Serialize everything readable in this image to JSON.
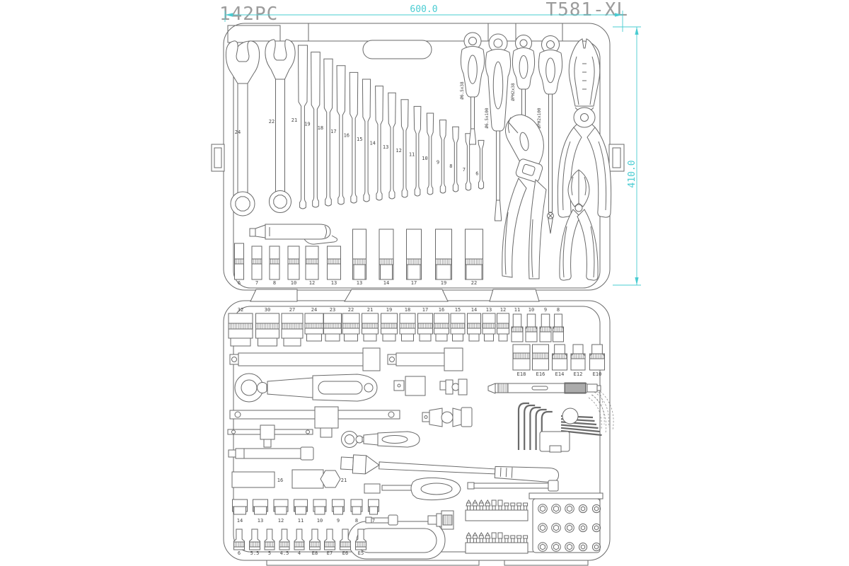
{
  "titles": {
    "piece_count": "142PC",
    "model": "T581-XL"
  },
  "dimensions": {
    "width": "600.0",
    "height": "410.0"
  },
  "colors": {
    "line": "#6a6a6a",
    "label": "#454545",
    "dimension": "#4accd2",
    "title": "#9c9c9c"
  },
  "top_case": {
    "large_wrenches": [
      "24",
      "22"
    ],
    "small_wrenches": [
      "21",
      "19",
      "18",
      "17",
      "16",
      "15",
      "14",
      "13",
      "12",
      "11",
      "10",
      "9",
      "8",
      "7",
      "6"
    ],
    "screwdrivers": [
      {
        "type": "slotted-stubby-screwdriver",
        "label": "Ø6.5x38"
      },
      {
        "type": "slotted-screwdriver",
        "label": "Ø6.5x100"
      },
      {
        "type": "phillips-stubby-screwdriver",
        "label": "ØPH2x38"
      },
      {
        "type": "phillips-screwdriver",
        "label": "ØPH2x100"
      }
    ],
    "pliers": [
      "combination-pliers",
      "water-pump-pliers",
      "diagonal-cutting-pliers"
    ],
    "pickup_tool": "telescopic-magnetic-pickup-tool",
    "short_sockets": [
      "6",
      "7",
      "8",
      "10",
      "12",
      "13"
    ],
    "deep_sockets": [
      "13",
      "14",
      "17",
      "19",
      "22"
    ]
  },
  "bottom_case": {
    "main_sockets": [
      "32",
      "30",
      "27",
      "24",
      "23",
      "22",
      "21",
      "19",
      "18",
      "17",
      "16",
      "15",
      "14",
      "13",
      "12",
      "11",
      "10",
      "9",
      "8"
    ],
    "e_sockets": [
      "E18",
      "E16",
      "E14",
      "E12",
      "E10"
    ],
    "quarter_sockets": [
      "14",
      "13",
      "12",
      "11",
      "10",
      "9",
      "8",
      "7"
    ],
    "small_sockets": [
      "6",
      "5.5",
      "5",
      "4.5",
      "4",
      "E8",
      "E7",
      "E6",
      "E5"
    ],
    "spark_plug_sockets": [
      "16",
      "21"
    ],
    "tools": [
      "extension-bar-long",
      "extension-bar-medium",
      "half-inch-ratchet",
      "socket-adapter",
      "universal-joint-small",
      "magnetic-bit-holder",
      "hex-key-set",
      "sliding-t-bar",
      "sliding-bar-small",
      "universal-joint",
      "quarter-inch-ratchet",
      "flexible-extension",
      "breaker-bar",
      "spinner-handle",
      "extension-bar-thin",
      "quarter-extension",
      "bit-adapter"
    ],
    "bit_rows": [
      {
        "bits": 10
      },
      {
        "bits": 10
      }
    ],
    "bit_socket_plate": {
      "rows": 3,
      "cols": 5
    }
  }
}
